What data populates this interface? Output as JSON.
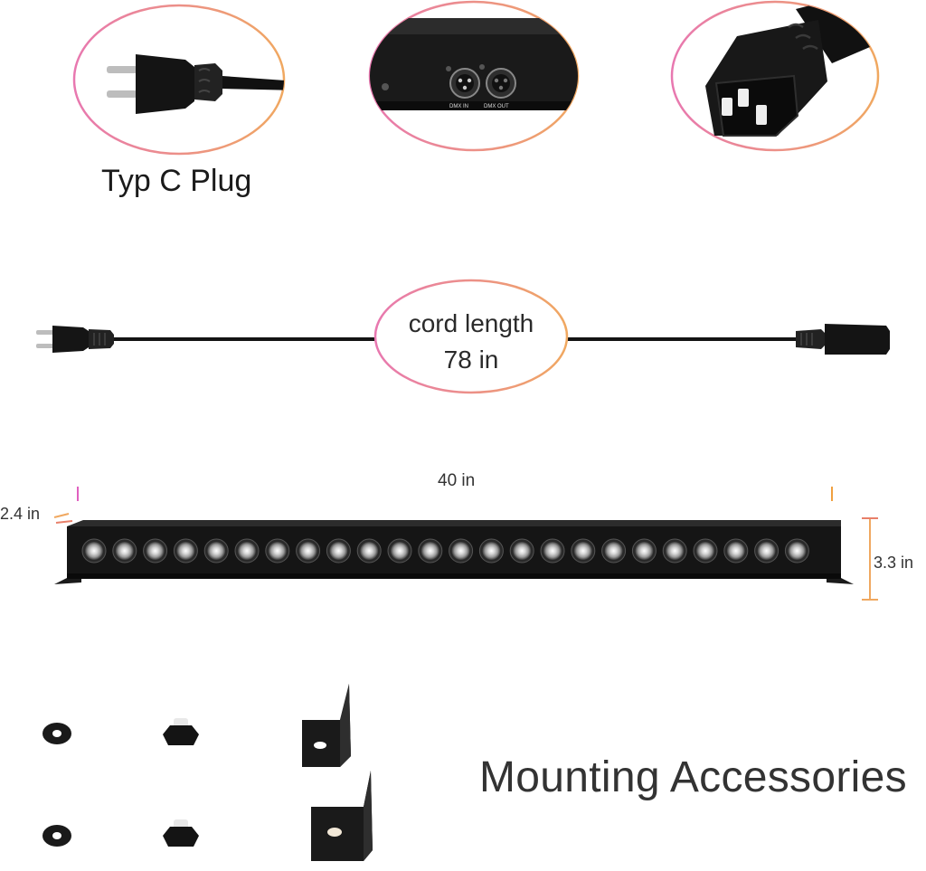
{
  "labels": {
    "plug_type": "Typ C Plug",
    "cord_line1": "cord length",
    "cord_line2": "78 in",
    "length": "40 in",
    "depth": "2.4 in",
    "height": "3.3 in",
    "accessories": "Mounting Accessories",
    "dmx_in": "DMX IN",
    "dmx_out": "DMX OUT"
  },
  "colors": {
    "ring_start": "#e878b0",
    "ring_end": "#f0a860",
    "product_black": "#161616"
  }
}
